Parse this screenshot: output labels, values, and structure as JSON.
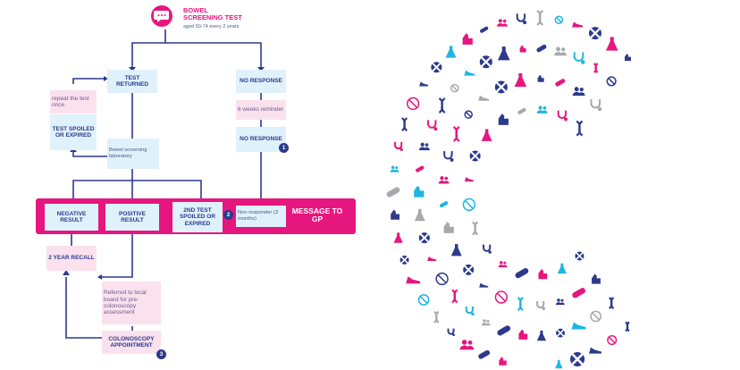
{
  "header": {
    "title_line1": "BOWEL",
    "title_line2": "SCREENING TEST",
    "subtitle": "aged 50-74 every 2 years"
  },
  "nodes": {
    "test_returned": "TEST RETURNED",
    "no_response": "NO RESPONSE",
    "repeat_test": "repeat the test once",
    "test_spoiled": "TEST SPOILED OR EXPIRED",
    "six_weeks": "6 weeks reminder",
    "no_response_2": "NO RESPONSE",
    "bowel_lab": "Bowel screening laboratory",
    "negative": "NEGATIVE RESULT",
    "positive": "POSITIVE RESULT",
    "second_test": "2ND TEST SPOILED OR EXPIRED",
    "non_responder": "Non responder (3 months)",
    "message_gp": "MESSAGE TO GP",
    "two_year": "2 YEAR RECALL",
    "referred": "Referred to local board for pre-colonoscopy assessment",
    "colonoscopy": "COLONOSCOPY APPOINTMENT"
  },
  "badges": {
    "b1": "1",
    "b2": "2",
    "b3": "3"
  },
  "colors": {
    "pink": "#e6167f",
    "navy": "#2c3a8c",
    "light_blue": "#dff1fb",
    "light_pink": "#fbe1ee",
    "cyan": "#1fb6e0",
    "gray": "#a7a9ac"
  },
  "icons": [
    "chat-bubble-icon",
    "dna-icon",
    "flask-icon",
    "stethoscope-icon",
    "scotland-flag-icon",
    "people-icon",
    "running-shoe-icon",
    "pill-icon",
    "no-smoking-icon",
    "thumbs-up-icon"
  ]
}
